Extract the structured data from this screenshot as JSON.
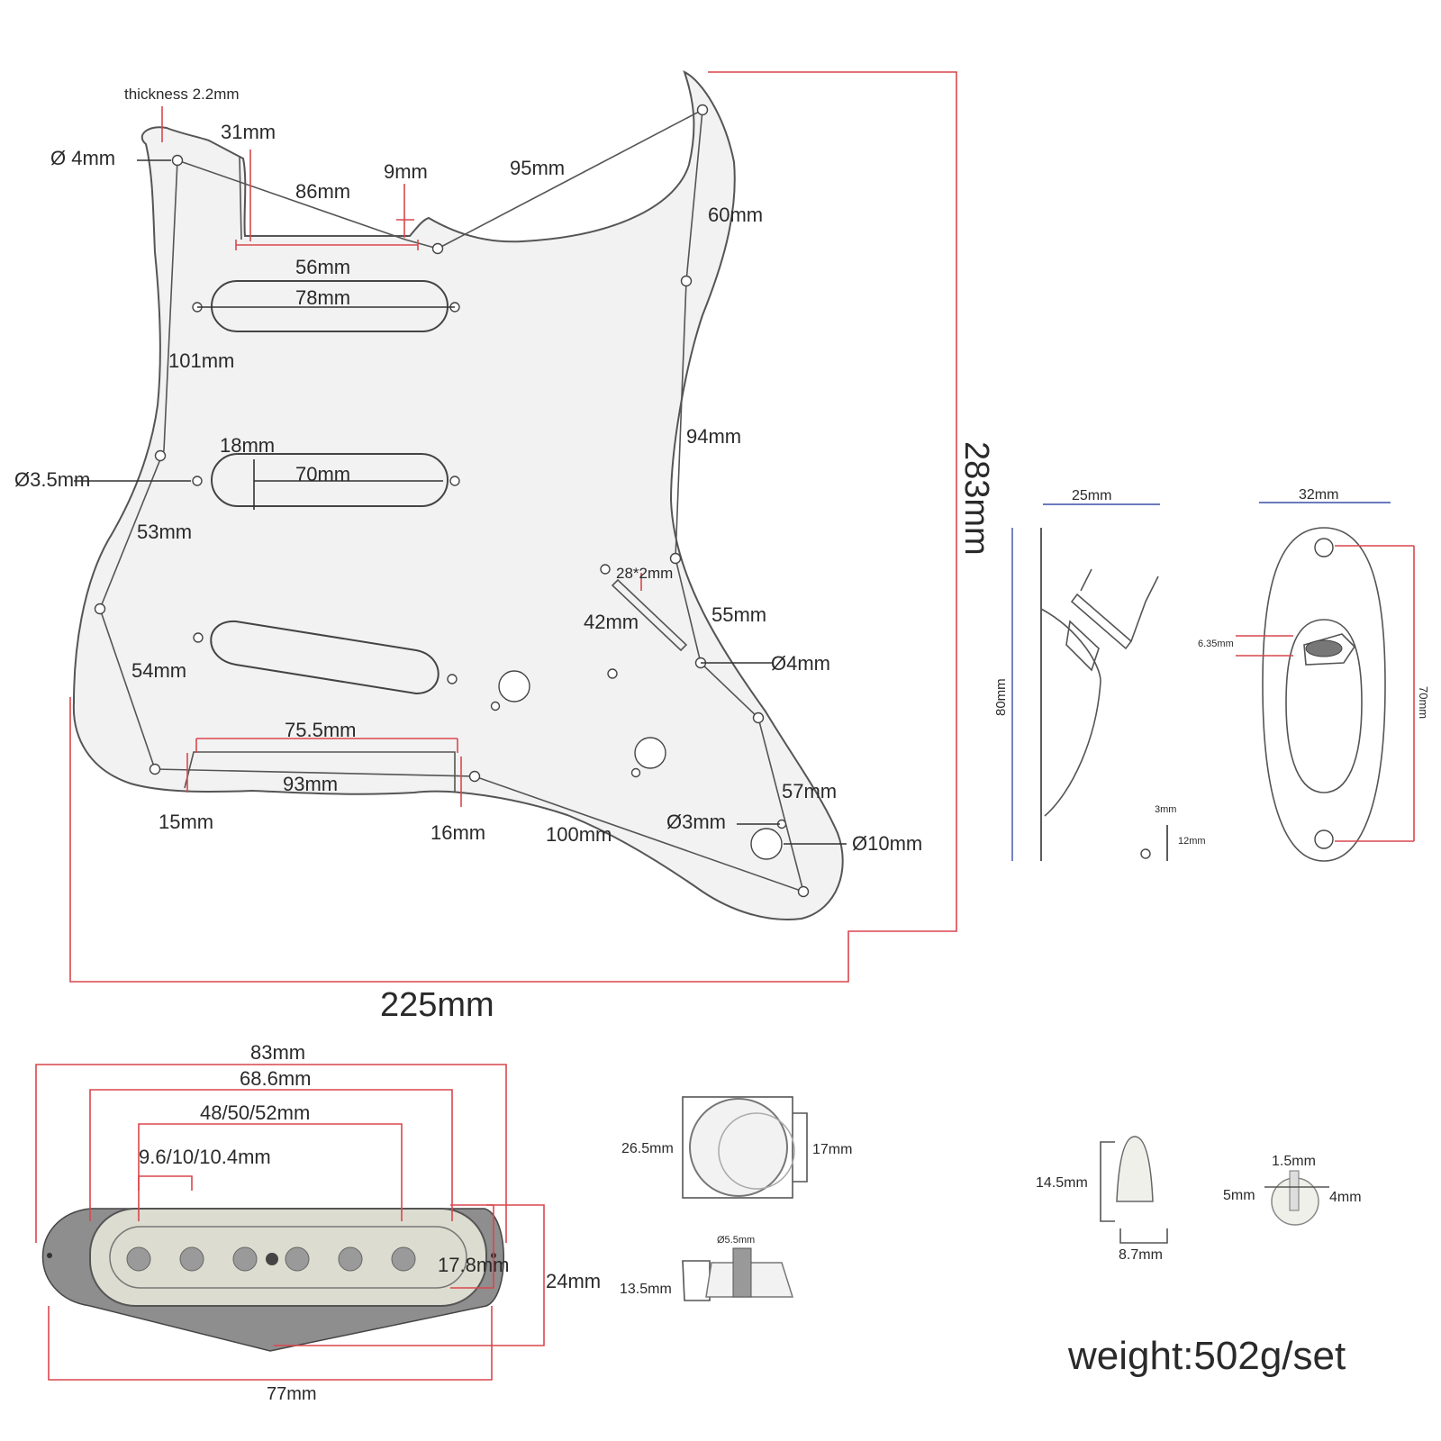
{
  "pickguard": {
    "thickness": "thickness 2.2mm",
    "screw_hole_dia": "Ø 4mm",
    "d31": "31mm",
    "d86": "86mm",
    "d9": "9mm",
    "d95": "95mm",
    "d60": "60mm",
    "d56": "56mm",
    "d78": "78mm",
    "d101": "101mm",
    "d18": "18mm",
    "d70": "70mm",
    "pickup_hole_dia": "Ø3.5mm",
    "d53": "53mm",
    "d94": "94mm",
    "slot": "28*2mm",
    "d42": "42mm",
    "d55": "55mm",
    "dia4_right": "Ø4mm",
    "d54": "54mm",
    "d75_5": "75.5mm",
    "d93": "93mm",
    "d15": "15mm",
    "d16": "16mm",
    "d100": "100mm",
    "d57": "57mm",
    "dia3": "Ø3mm",
    "dia10": "Ø10mm",
    "height": "283mm",
    "width": "225mm"
  },
  "jack_side": {
    "width": "25mm",
    "height": "80mm",
    "screw_dia": "3mm",
    "screw_len": "12mm"
  },
  "jack_plate": {
    "width": "32mm",
    "hole": "6.35mm",
    "height": "70mm"
  },
  "pickup": {
    "d83": "83mm",
    "d68_6": "68.6mm",
    "d48": "48/50/52mm",
    "d9_6": "9.6/10/10.4mm",
    "d17_8": "17.8mm",
    "d24": "24mm",
    "d77": "77mm"
  },
  "knob": {
    "dia": "26.5mm",
    "top": "17mm",
    "shaft": "Ø5.5mm",
    "height": "13.5mm"
  },
  "switch_tip": {
    "height": "14.5mm",
    "width": "8.7mm"
  },
  "switch_tip_end": {
    "top": "1.5mm",
    "left": "5mm",
    "right": "4mm"
  },
  "weight": "weight:502g/set",
  "colors": {
    "dimension_red": "#d9474d",
    "dimension_blue": "#3a4fa8",
    "part_fill": "#f2f2f2",
    "pickup_base": "#8e8e8e"
  }
}
